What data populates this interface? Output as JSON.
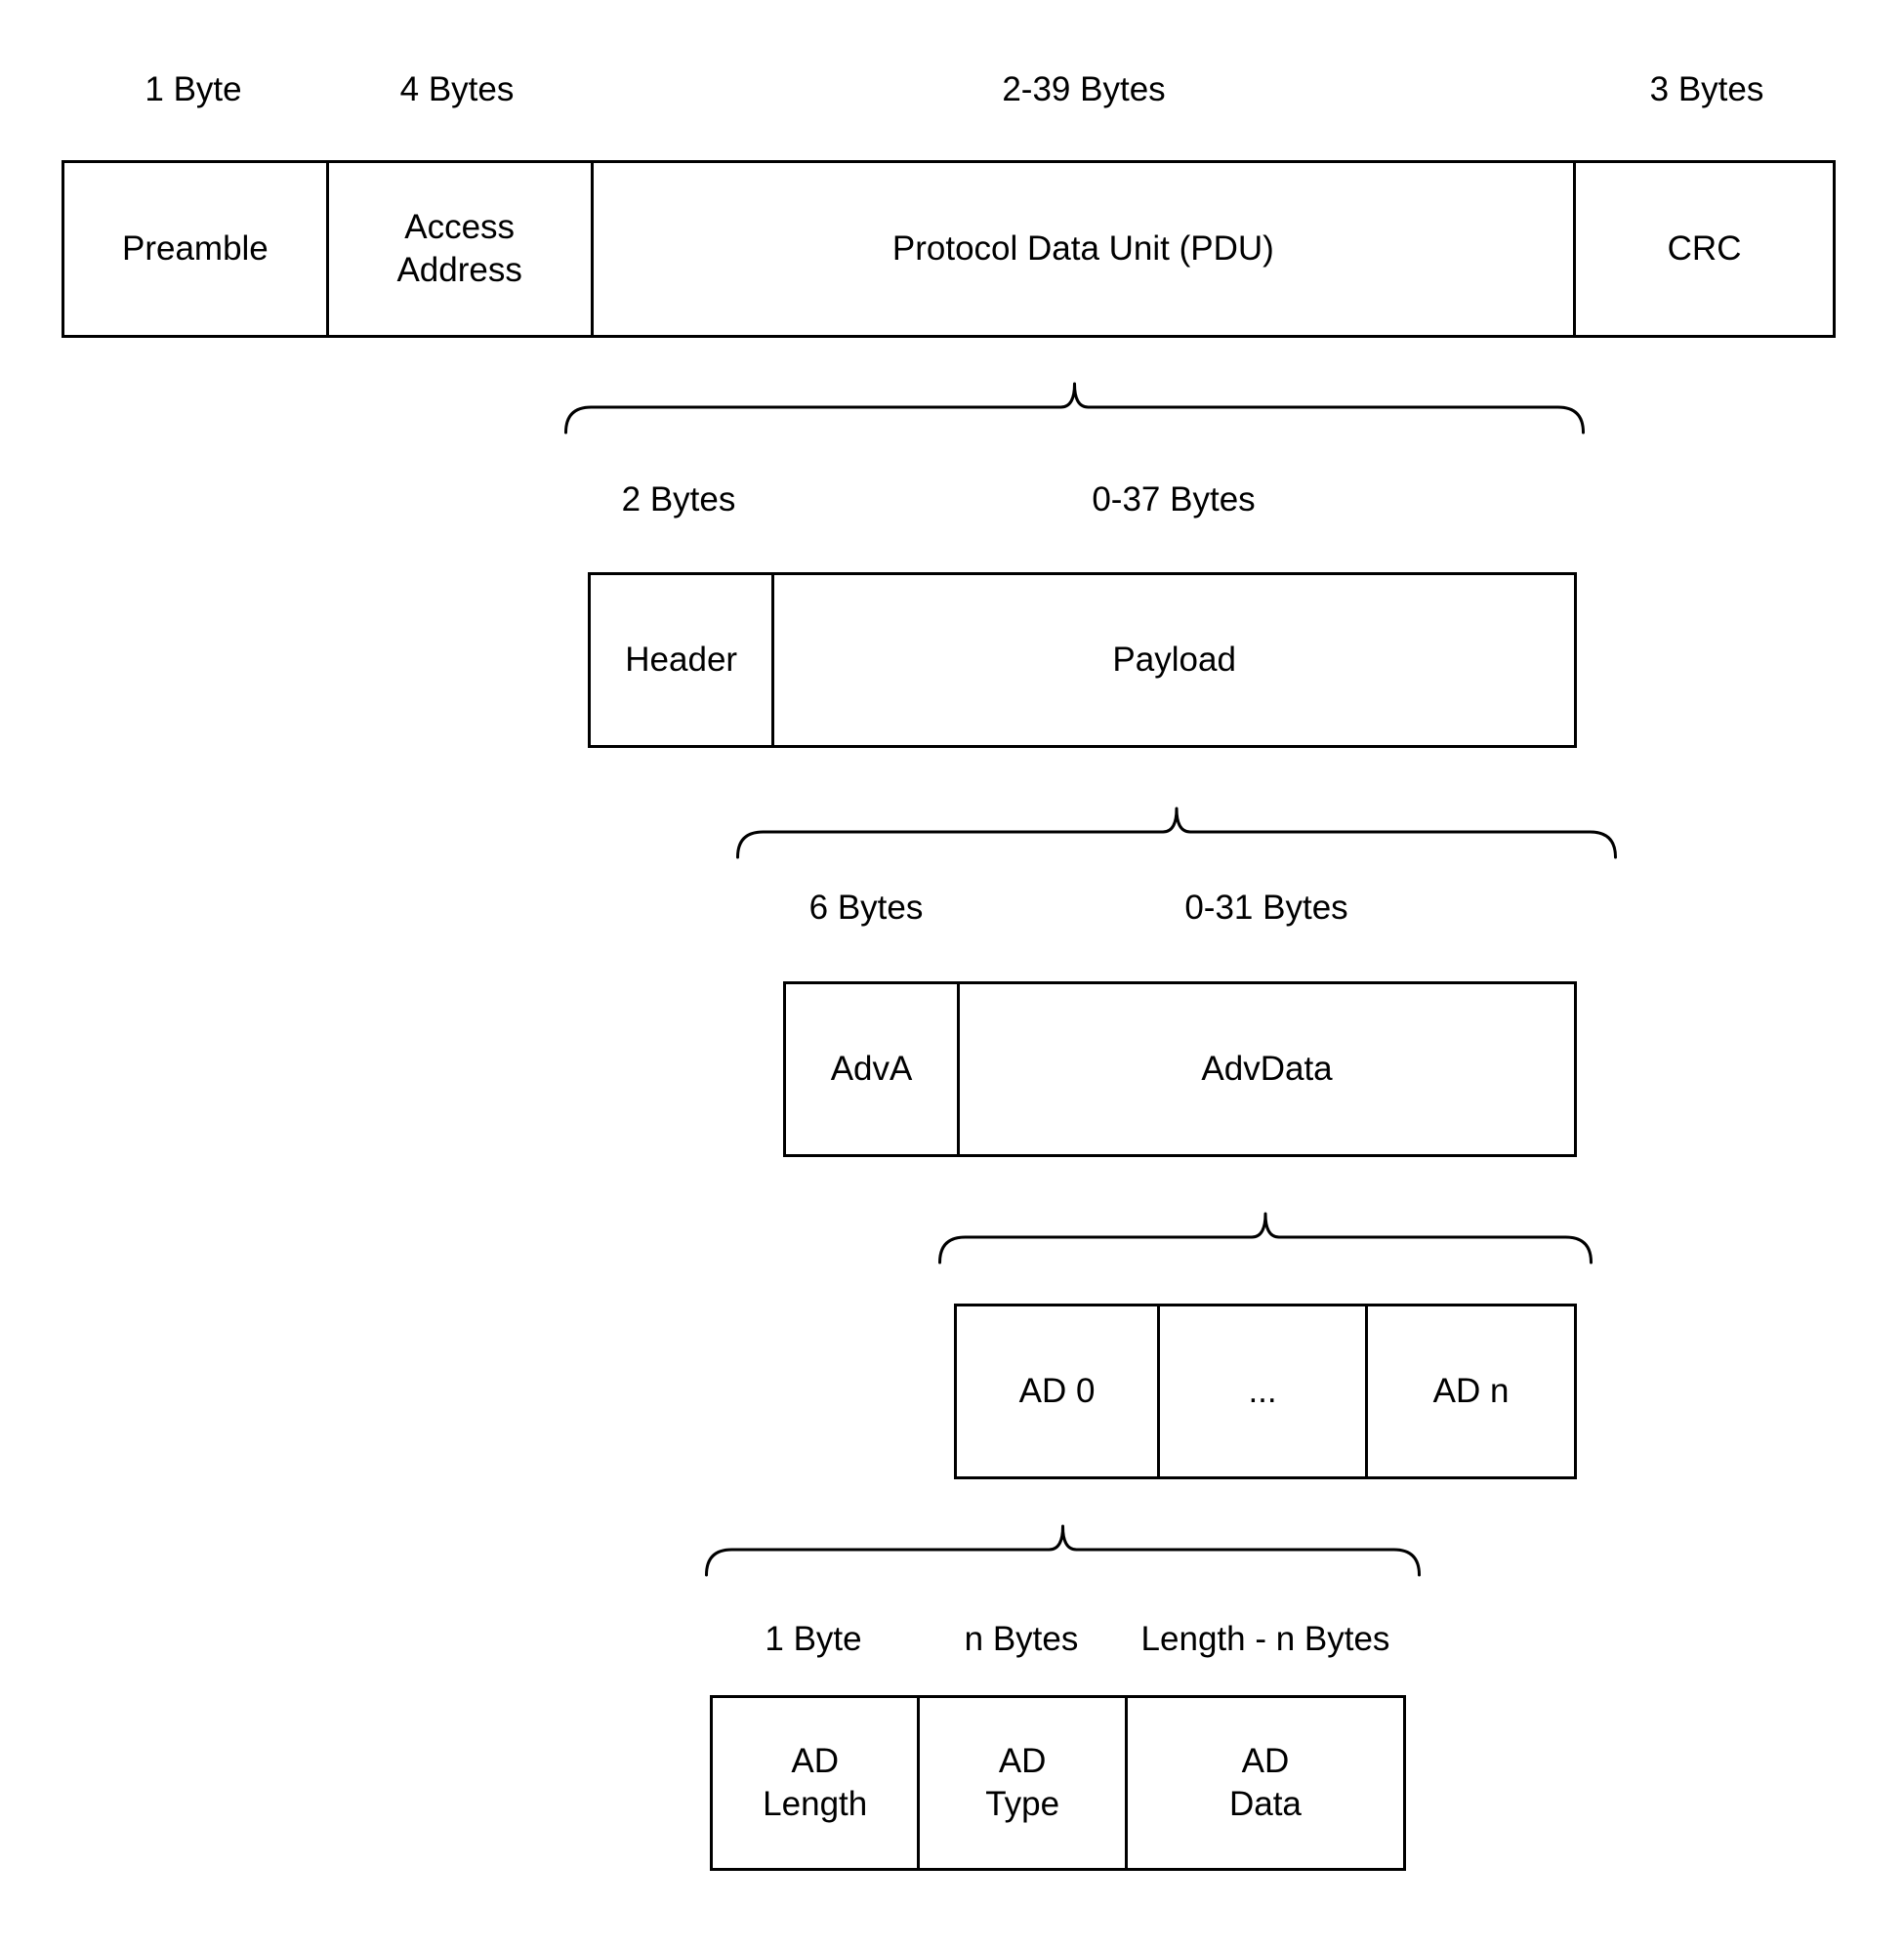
{
  "colors": {
    "background": "#ffffff",
    "ink": "#000000"
  },
  "levels": [
    {
      "id": "packet",
      "size_labels": [
        "1 Byte",
        "4 Bytes",
        "2-39 Bytes",
        "3 Bytes"
      ],
      "cells": [
        "Preamble",
        "Access\nAddress",
        "Protocol Data Unit (PDU)",
        "CRC"
      ]
    },
    {
      "id": "pdu",
      "size_labels": [
        "2 Bytes",
        "0-37 Bytes"
      ],
      "cells": [
        "Header",
        "Payload"
      ]
    },
    {
      "id": "payload",
      "size_labels": [
        "6 Bytes",
        "0-31 Bytes"
      ],
      "cells": [
        "AdvA",
        "AdvData"
      ]
    },
    {
      "id": "advdata",
      "size_labels": [],
      "cells": [
        "AD 0",
        "...",
        "AD n"
      ]
    },
    {
      "id": "ad-structure",
      "size_labels": [
        "1 Byte",
        "n Bytes",
        "Length - n Bytes"
      ],
      "cells": [
        "AD\nLength",
        "AD\nType",
        "AD\nData"
      ]
    }
  ]
}
